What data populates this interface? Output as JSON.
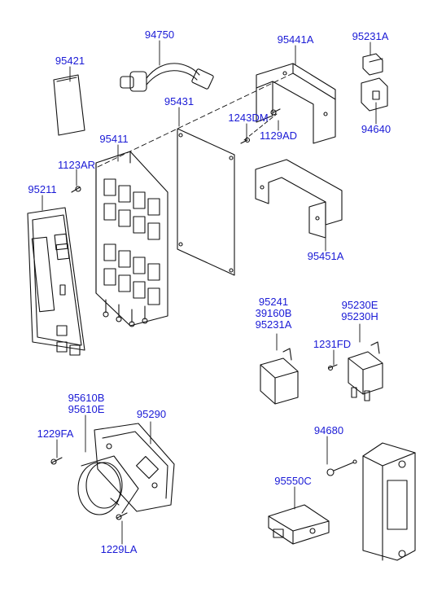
{
  "diagram": {
    "label_color": "#1a1ad6",
    "line_color": "#111111",
    "parts": {
      "p94750": "94750",
      "p95421": "95421",
      "p95441A": "95441A",
      "p95231A_top": "95231A",
      "p95431": "95431",
      "p1243DM": "1243DM",
      "p1129AD": "1129AD",
      "p94640": "94640",
      "p95411": "95411",
      "p1123AR": "1123AR",
      "p95211": "95211",
      "p95451A": "95451A",
      "group_relay": [
        "95241",
        "39160B",
        "95231A"
      ],
      "group_relay2": [
        "95230E",
        "95230H"
      ],
      "p1231FD": "1231FD",
      "group_horn": [
        "95610B",
        "95610E"
      ],
      "p95290": "95290",
      "p1229FA": "1229FA",
      "p94680": "94680",
      "p95550C": "95550C",
      "p1229LA": "1229LA"
    }
  }
}
